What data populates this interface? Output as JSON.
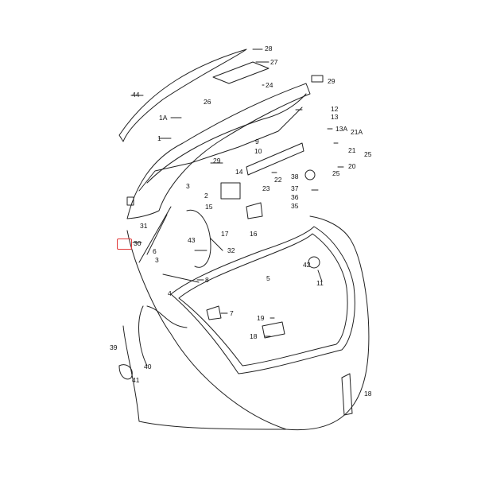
{
  "diagram": {
    "highlighted_label": "30",
    "highlight_color": "#e23a3a",
    "line_color": "#222222",
    "labels": {
      "l28": "28",
      "l27": "27",
      "l24": "24",
      "l29a": "29",
      "l44": "44",
      "l26": "26",
      "l12": "12",
      "l13": "13",
      "l13a": "13A",
      "l21a": "21A",
      "l1a": "1A",
      "l1": "1",
      "l9": "9",
      "l10": "10",
      "l29b": "29",
      "l14": "14",
      "l22": "22",
      "l21": "21",
      "l20": "20",
      "l25a": "25",
      "l25b": "25",
      "l38": "38",
      "l3": "3",
      "l2": "2",
      "l23": "23",
      "l15": "15",
      "l37": "37",
      "l36": "36",
      "l35": "35",
      "l31": "31",
      "l43": "43",
      "l17": "17",
      "l16": "16",
      "l30": "30",
      "l6": "6",
      "l32": "32",
      "l33": "3",
      "l42": "42",
      "l5": "5",
      "l11": "11",
      "l8": "8",
      "l4": "4",
      "l7": "7",
      "l19": "19",
      "l18a": "18",
      "l39": "39",
      "l40": "40",
      "l41": "41",
      "l18b": "18"
    }
  }
}
